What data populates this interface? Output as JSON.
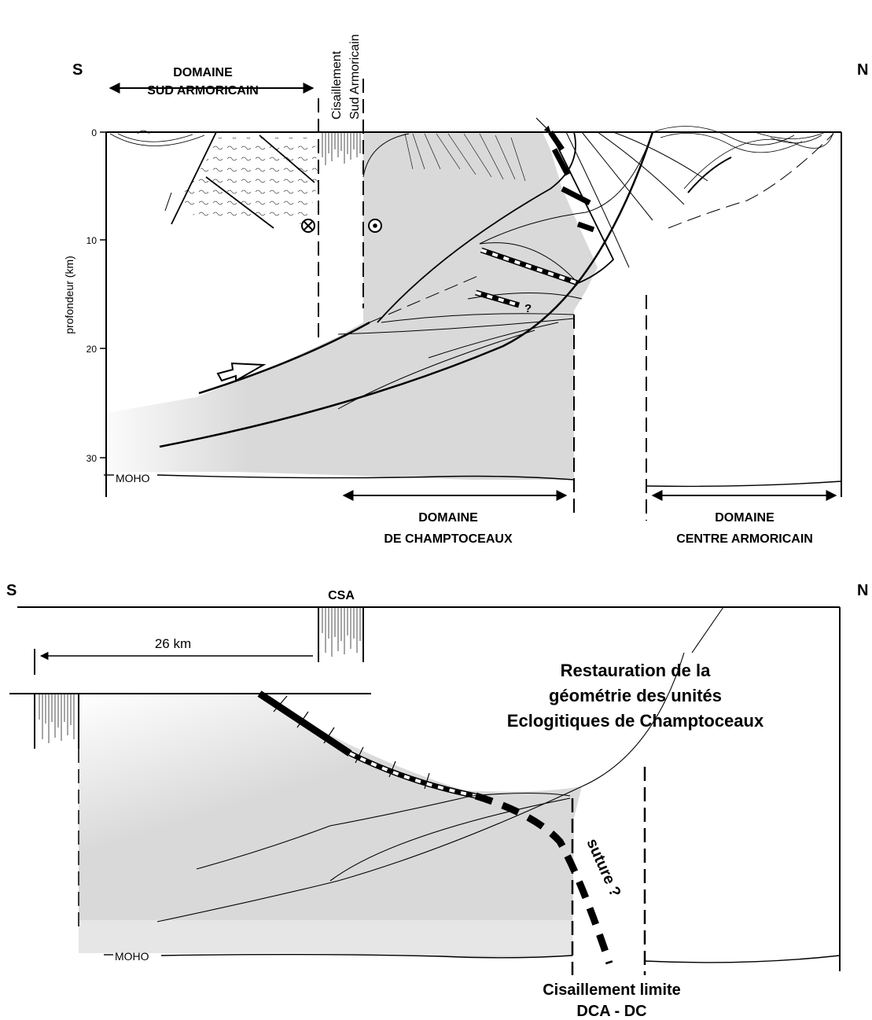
{
  "top_section": {
    "south_label": "S",
    "north_label": "N",
    "domain_sud_line1": "DOMAINE",
    "domain_sud_line2": "SUD ARMORICAIN",
    "shear_label_line1": "Cisaillement",
    "shear_label_line2": "Sud Armoricain",
    "depth_axis_label": "profondeur (km)",
    "depth_ticks": [
      "0",
      "10",
      "20",
      "30"
    ],
    "moho_label": "MOHO",
    "question_mark": "?",
    "domain_champ_line1": "DOMAINE",
    "domain_champ_line2": "DE CHAMPTOCEAUX",
    "domain_centre_line1": "DOMAINE",
    "domain_centre_line2": "CENTRE ARMORICAIN"
  },
  "bottom_section": {
    "south_label": "S",
    "north_label": "N",
    "csa_label": "CSA",
    "offset_label": "26 km",
    "restoration_line1": "Restauration de la",
    "restoration_line2": "géométrie des unités",
    "restoration_line3": "Eclogitiques de Champtoceaux",
    "suture_label": "suture ?",
    "moho_label": "MOHO",
    "shear_limit_line1": "Cisaillement limite",
    "shear_limit_line2": "DCA - DC"
  },
  "colors": {
    "crust_fill": "#d9d9d9",
    "line": "#000000"
  }
}
